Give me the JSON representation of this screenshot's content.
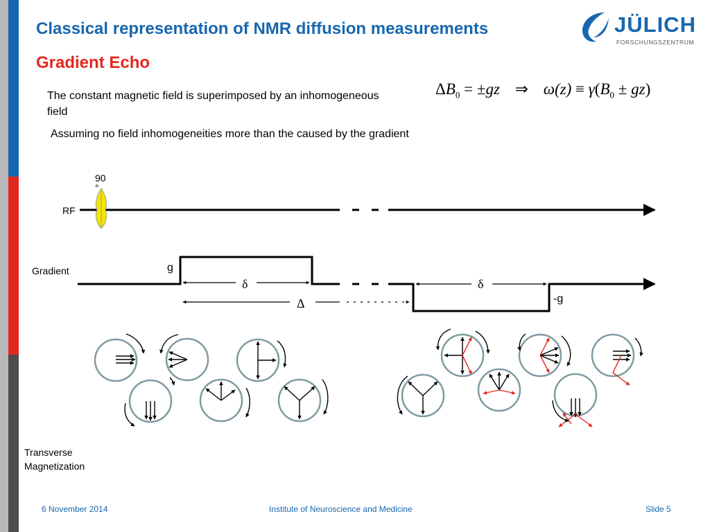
{
  "header": {
    "title": "Classical representation of NMR diffusion measurements",
    "subtitle": "Gradient Echo"
  },
  "logo": {
    "name": "JÜLICH",
    "sub": "FORSCHUNGSZENTRUM"
  },
  "body_text": {
    "line1": "The constant magnetic field is superimposed by an inhomogeneous field",
    "line2": "Assuming no field inhomogeneities more than the caused by the gradient"
  },
  "formula": {
    "lhs_delta": "Δ",
    "lhs_B": "B",
    "lhs_sub": "0",
    "lhs_eq": " = ±",
    "lhs_gz": "gz",
    "implies": "⇒",
    "rhs_omega": "ω",
    "rhs_z": "(z)",
    "rhs_equiv": " ≡ ",
    "rhs_gamma": "γ",
    "rhs_open": "(",
    "rhs_B": "B",
    "rhs_sub": "0",
    "rhs_pm": " ± ",
    "rhs_gz": "gz",
    "rhs_close": ")"
  },
  "diagram": {
    "pulse_label_line1": "90",
    "pulse_label_line2": "°",
    "rf_label": "RF",
    "gradient_label": "Gradient",
    "g_label": "g",
    "neg_g_label": "-g",
    "small_delta": "δ",
    "big_delta": "Δ",
    "magnetization_label_line1": "Transverse",
    "magnetization_label_line2": "Magnetization"
  },
  "footer": {
    "date": "6 November 2014",
    "institute": "Institute of Neuroscience and Medicine",
    "slide": "Slide 5"
  },
  "colors": {
    "brand_blue": "#1767ae",
    "accent_red": "#e3281e",
    "circle_stroke": "#7f9aa3",
    "pulse_yellow": "#f5e600",
    "sidebar_gray": "#b8b8b8",
    "sidebar_dark": "#4d4d4d"
  }
}
